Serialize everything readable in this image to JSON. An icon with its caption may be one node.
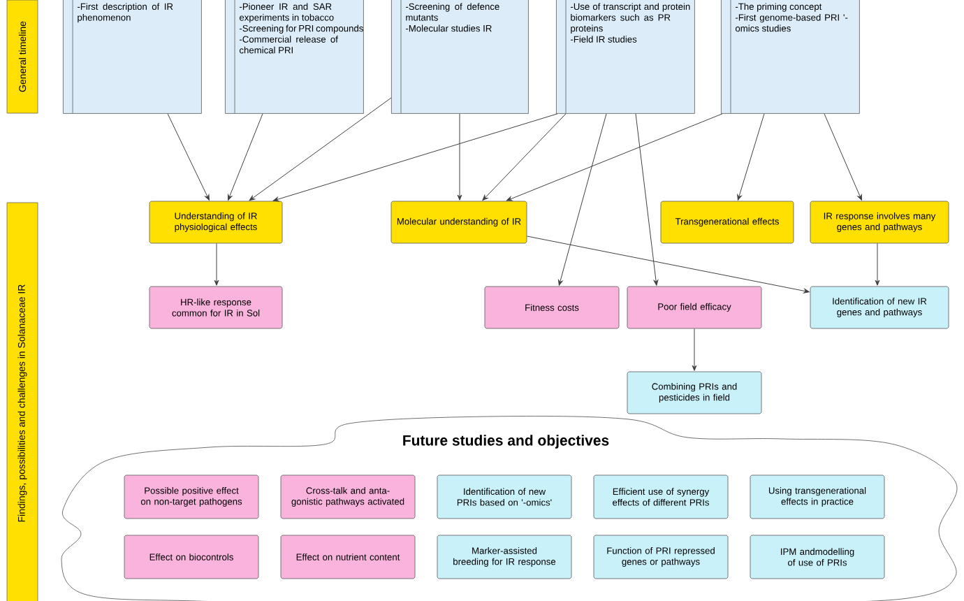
{
  "diagram": {
    "nodes": [
      {
        "text": [
          "General timeline"
        ]
      },
      {
        "text": [
          "Findings, possibilities and challenges in Solanaceae IR"
        ]
      },
      {
        "text": [
          "-First description of IR phenomenon"
        ]
      },
      {
        "text": [
          "-Pioneer IR and SAR experiments in tobacco",
          "-Screening for PRI compounds",
          "-Commercial release of chemical PRI"
        ]
      },
      {
        "text": [
          "-Screening of defence mutants",
          "-Molecular studies IR"
        ]
      },
      {
        "text": [
          "-Use of transcript and protein biomarkers such as PR proteins",
          "-Field IR studies"
        ]
      },
      {
        "text": [
          "-The priming concept",
          "-First genome-based PRI '-omics studies"
        ]
      },
      {
        "text": [
          "Understanding of IR physiological effects"
        ]
      },
      {
        "text": [
          "Molecular understanding of IR"
        ]
      },
      {
        "text": [
          "Transgenerational effects"
        ]
      },
      {
        "text": [
          "IR response involves many genes and pathways"
        ]
      },
      {
        "text": [
          "HR-like response common for IR in Sol"
        ]
      },
      {
        "text": [
          "Fitness costs"
        ]
      },
      {
        "text": [
          "Poor field efficacy"
        ]
      },
      {
        "text": [
          "Identification of new IR genes and pathways"
        ]
      },
      {
        "text": [
          "Combining PRIs and pesticides in field"
        ]
      },
      {
        "text": [
          "Future studies and objectives"
        ]
      },
      {
        "text": [
          "Possible positive effect on non-target pathogens"
        ],
        "in": 16
      },
      {
        "text": [
          "Cross-talk and anta-gonistic pathways activated"
        ],
        "in": 16
      },
      {
        "text": [
          "Identification of new PRIs based on '-omics'"
        ],
        "in": 16
      },
      {
        "text": [
          "Efficient use of synergy effects of different PRIs"
        ],
        "in": 16
      },
      {
        "text": [
          "Using transgenerational effects in practice"
        ],
        "in": 16
      },
      {
        "text": [
          "Effect on biocontrols"
        ],
        "in": 16
      },
      {
        "text": [
          "Effect on nutrient content"
        ],
        "in": 16
      },
      {
        "text": [
          "Marker-assisted breeding for IR response"
        ],
        "in": 16
      },
      {
        "text": [
          "Function of PRI repressed genes or pathways"
        ],
        "in": 16
      },
      {
        "text": [
          "IPM andmodelling of use of PRIs"
        ],
        "in": 16
      }
    ],
    "edges": [
      {
        "from": 2,
        "to": 7,
        "arrow": "to"
      },
      {
        "from": 3,
        "to": 7,
        "arrow": "to"
      },
      {
        "from": 4,
        "to": 7,
        "arrow": "to"
      },
      {
        "from": 5,
        "to": 7,
        "arrow": "to"
      },
      {
        "from": 4,
        "to": 8,
        "arrow": "to"
      },
      {
        "from": 5,
        "to": 8,
        "arrow": "to"
      },
      {
        "from": 6,
        "to": 8,
        "arrow": "to"
      },
      {
        "from": 5,
        "to": 12,
        "arrow": "to"
      },
      {
        "from": 5,
        "to": 13,
        "arrow": "to"
      },
      {
        "from": 6,
        "to": 9,
        "arrow": "to"
      },
      {
        "from": 6,
        "to": 10,
        "arrow": "to"
      },
      {
        "from": 7,
        "to": 11,
        "arrow": "to"
      },
      {
        "from": 8,
        "to": 14,
        "arrow": "to"
      },
      {
        "from": 10,
        "to": 14,
        "arrow": "to"
      },
      {
        "from": 13,
        "to": 15,
        "arrow": "to"
      }
    ]
  }
}
